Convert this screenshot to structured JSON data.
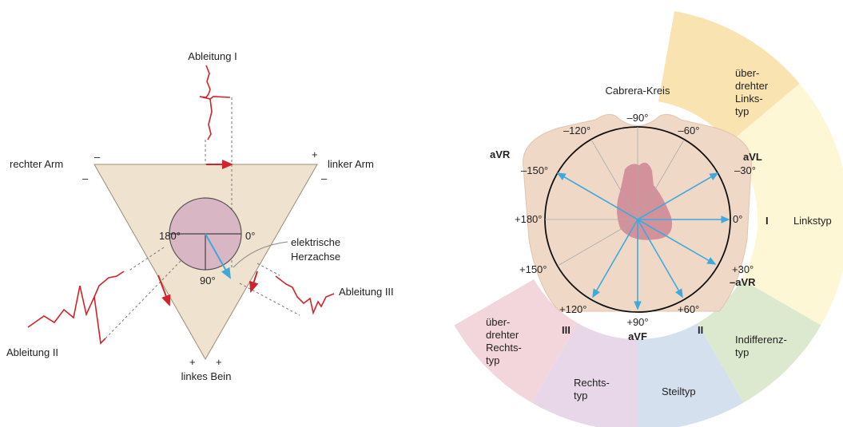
{
  "einthoven": {
    "lead_I": "Ableitung I",
    "lead_II": "Ableitung II",
    "lead_III": "Ableitung III",
    "right_arm": "rechter Arm",
    "left_arm": "linker Arm",
    "left_leg": "linkes Bein",
    "deg_180": "180°",
    "deg_0": "0°",
    "deg_90": "90°",
    "axis_label_1": "elektrische",
    "axis_label_2": "Herzachse",
    "minus": "–",
    "plus": "+"
  },
  "cabrera": {
    "title": "Cabrera-Kreis",
    "angles": {
      "m90": "–90°",
      "m60": "–60°",
      "m120": "–120°",
      "m150": "–150°",
      "m30": "–30°",
      "p180": "+180°",
      "zero": "0°",
      "p30": "+30°",
      "p150": "+150°",
      "p120": "+120°",
      "p90": "+90°",
      "p60": "+60°"
    },
    "leads": {
      "aVR": "aVR",
      "aVL": "aVL",
      "I": "I",
      "minus_aVR": "–aVR",
      "II": "II",
      "aVF": "aVF",
      "III": "III"
    },
    "sectors": {
      "ueber_links": [
        "über-",
        "drehter",
        "Links-",
        "typ"
      ],
      "links": "Linkstyp",
      "indifferenz": [
        "Indifferenz-",
        "typ"
      ],
      "steil": "Steiltyp",
      "rechts": [
        "Rechts-",
        "typ"
      ],
      "ueber_rechts": [
        "über-",
        "drehter",
        "Rechts-",
        "typ"
      ]
    },
    "colors": {
      "ueber_links": "#f9e3b0",
      "links": "#fdf7d6",
      "indifferenz": "#dce9cf",
      "steil": "#d5e0ef",
      "rechts": "#e7d7e8",
      "ueber_rechts": "#f2d6dc",
      "vector": "#3fa9dc",
      "ecg_red": "#d2232a"
    }
  }
}
